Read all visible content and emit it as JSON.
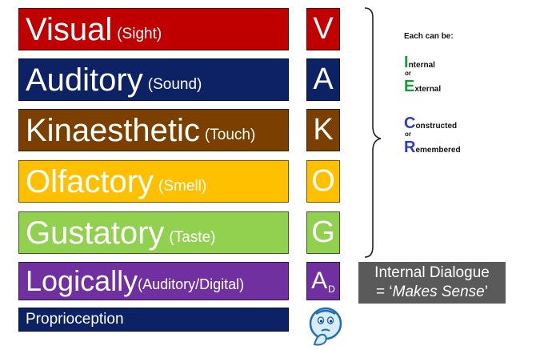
{
  "senses": [
    {
      "name": "Visual",
      "detail": "(Sight)",
      "letter": "V",
      "color": "#c00000"
    },
    {
      "name": "Auditory",
      "detail": "(Sound)",
      "letter": "A",
      "color": "#0c2265"
    },
    {
      "name": "Kinaesthetic",
      "detail": "(Touch)",
      "letter": "K",
      "color": "#7b3f00"
    },
    {
      "name": "Olfactory",
      "detail": "(Smell)",
      "letter": "O",
      "color": "#ffc000"
    },
    {
      "name": "Gustatory",
      "detail": "(Taste)",
      "letter": "G",
      "color": "#92d050"
    }
  ],
  "logical": {
    "name": "Logically",
    "detail": "(Auditory/Digital)",
    "letter": "A",
    "subscript": "D",
    "color": "#7030a0"
  },
  "proprioception": "Proprioception",
  "notes": {
    "header": "Each can be:",
    "internal_initial": "I",
    "internal_rest": "nternal",
    "or1": "or",
    "external_initial": "E",
    "external_rest": "xternal",
    "constructed_initial": "C",
    "constructed_rest": "onstructed",
    "or2": "or",
    "remembered_initial": "R",
    "remembered_rest": "emembered"
  },
  "dialogue": {
    "line1": "Internal Dialogue",
    "prefix": "= ‘",
    "phrase": "Makes Sense",
    "suffix": "’"
  },
  "icons": {
    "thinking_face": "thinking-face-icon",
    "brace": "curly-brace"
  }
}
